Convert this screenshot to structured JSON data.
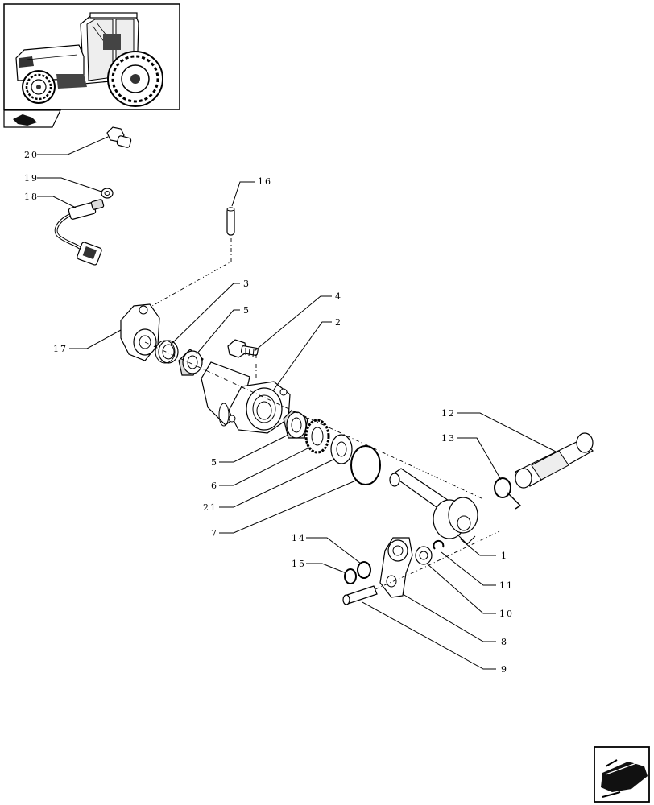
{
  "diagram": {
    "callouts": [
      {
        "id": "c20",
        "text": "20"
      },
      {
        "id": "c19",
        "text": "19"
      },
      {
        "id": "c18",
        "text": "18"
      },
      {
        "id": "c16",
        "text": "16"
      },
      {
        "id": "c3",
        "text": "3"
      },
      {
        "id": "c5a",
        "text": "5"
      },
      {
        "id": "c4",
        "text": "4"
      },
      {
        "id": "c2",
        "text": "2"
      },
      {
        "id": "c17",
        "text": "17"
      },
      {
        "id": "c12",
        "text": "12"
      },
      {
        "id": "c13",
        "text": "13"
      },
      {
        "id": "c5b",
        "text": "5"
      },
      {
        "id": "c6",
        "text": "6"
      },
      {
        "id": "c21",
        "text": "21"
      },
      {
        "id": "c7",
        "text": "7"
      },
      {
        "id": "c1",
        "text": "1"
      },
      {
        "id": "c14",
        "text": "14"
      },
      {
        "id": "c15",
        "text": "15"
      },
      {
        "id": "c11",
        "text": "11"
      },
      {
        "id": "c10",
        "text": "10"
      },
      {
        "id": "c8",
        "text": "8"
      },
      {
        "id": "c9",
        "text": "9"
      }
    ],
    "icons": {
      "thumbnail": "tractor-thumbnail-icon",
      "previous": "previous-page-icon",
      "next": "next-page-arrow-icon"
    }
  }
}
